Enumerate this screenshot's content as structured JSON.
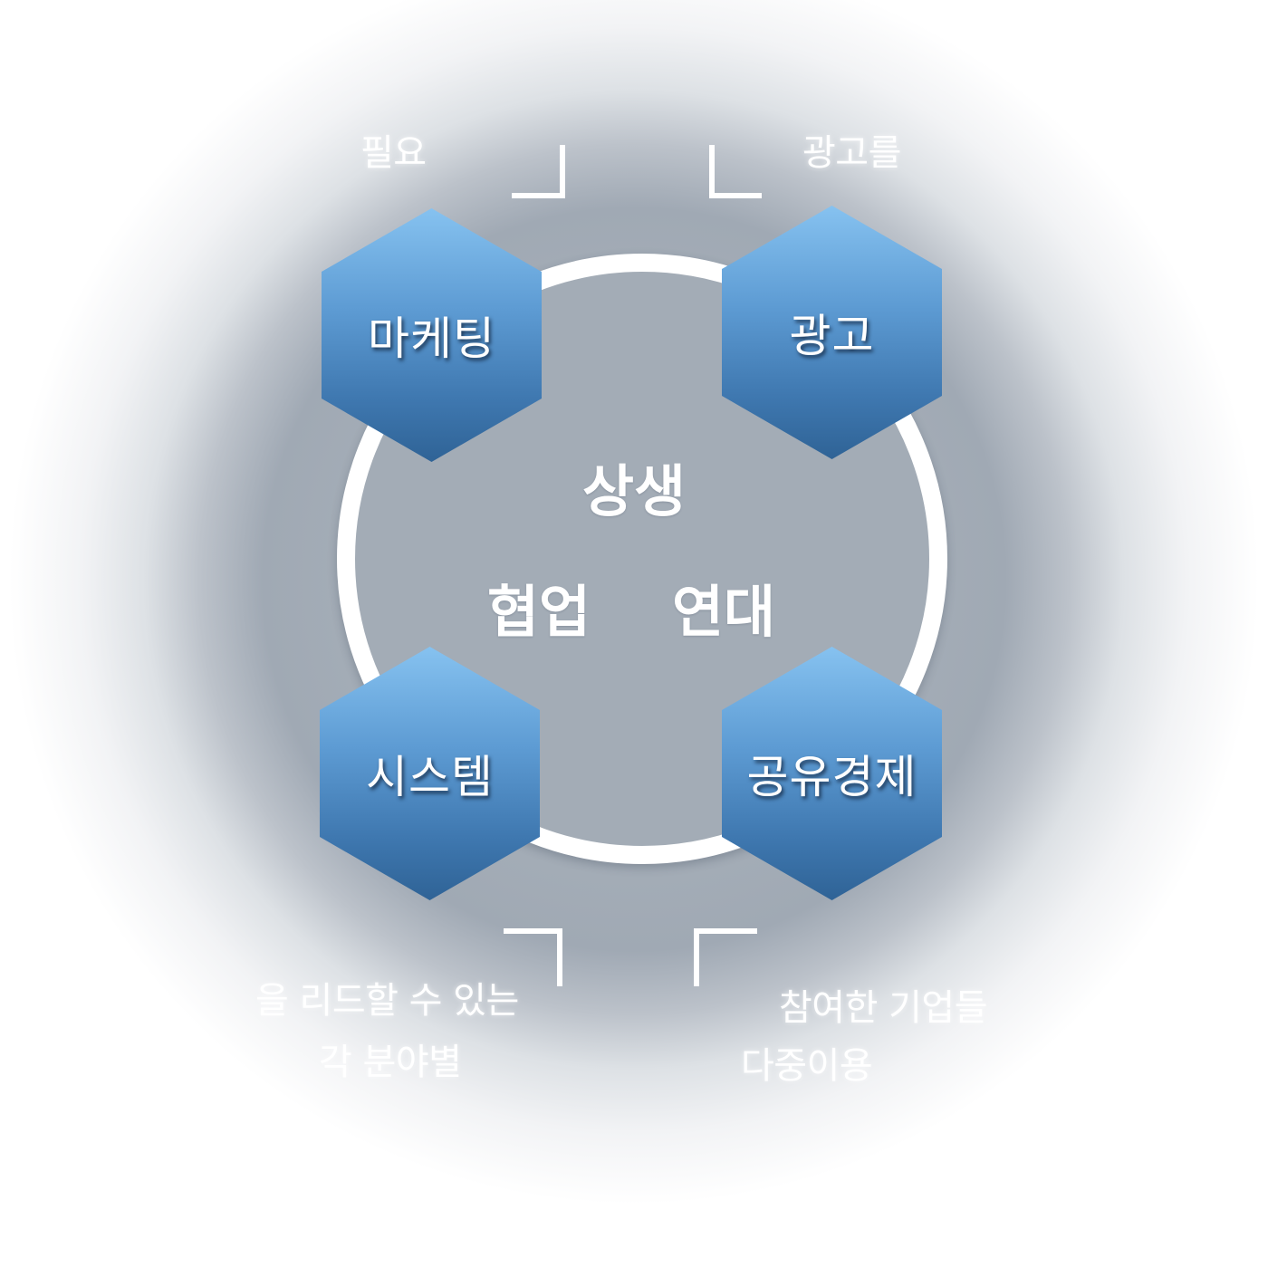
{
  "center": {
    "top": "상생",
    "left": "협업",
    "right": "연대"
  },
  "nodes": {
    "marketing": "마케팅",
    "advertising": "광고",
    "system": "시스템",
    "sharing_economy": "공유경제"
  },
  "descriptions": {
    "top_left": "필요",
    "top_right": "광고를",
    "bottom_left_line1": "을 리드할 수 있는",
    "bottom_left_line2": "각 분야별",
    "bottom_right_line1": "참여한 기업들",
    "bottom_right_line2": "다중이용"
  }
}
